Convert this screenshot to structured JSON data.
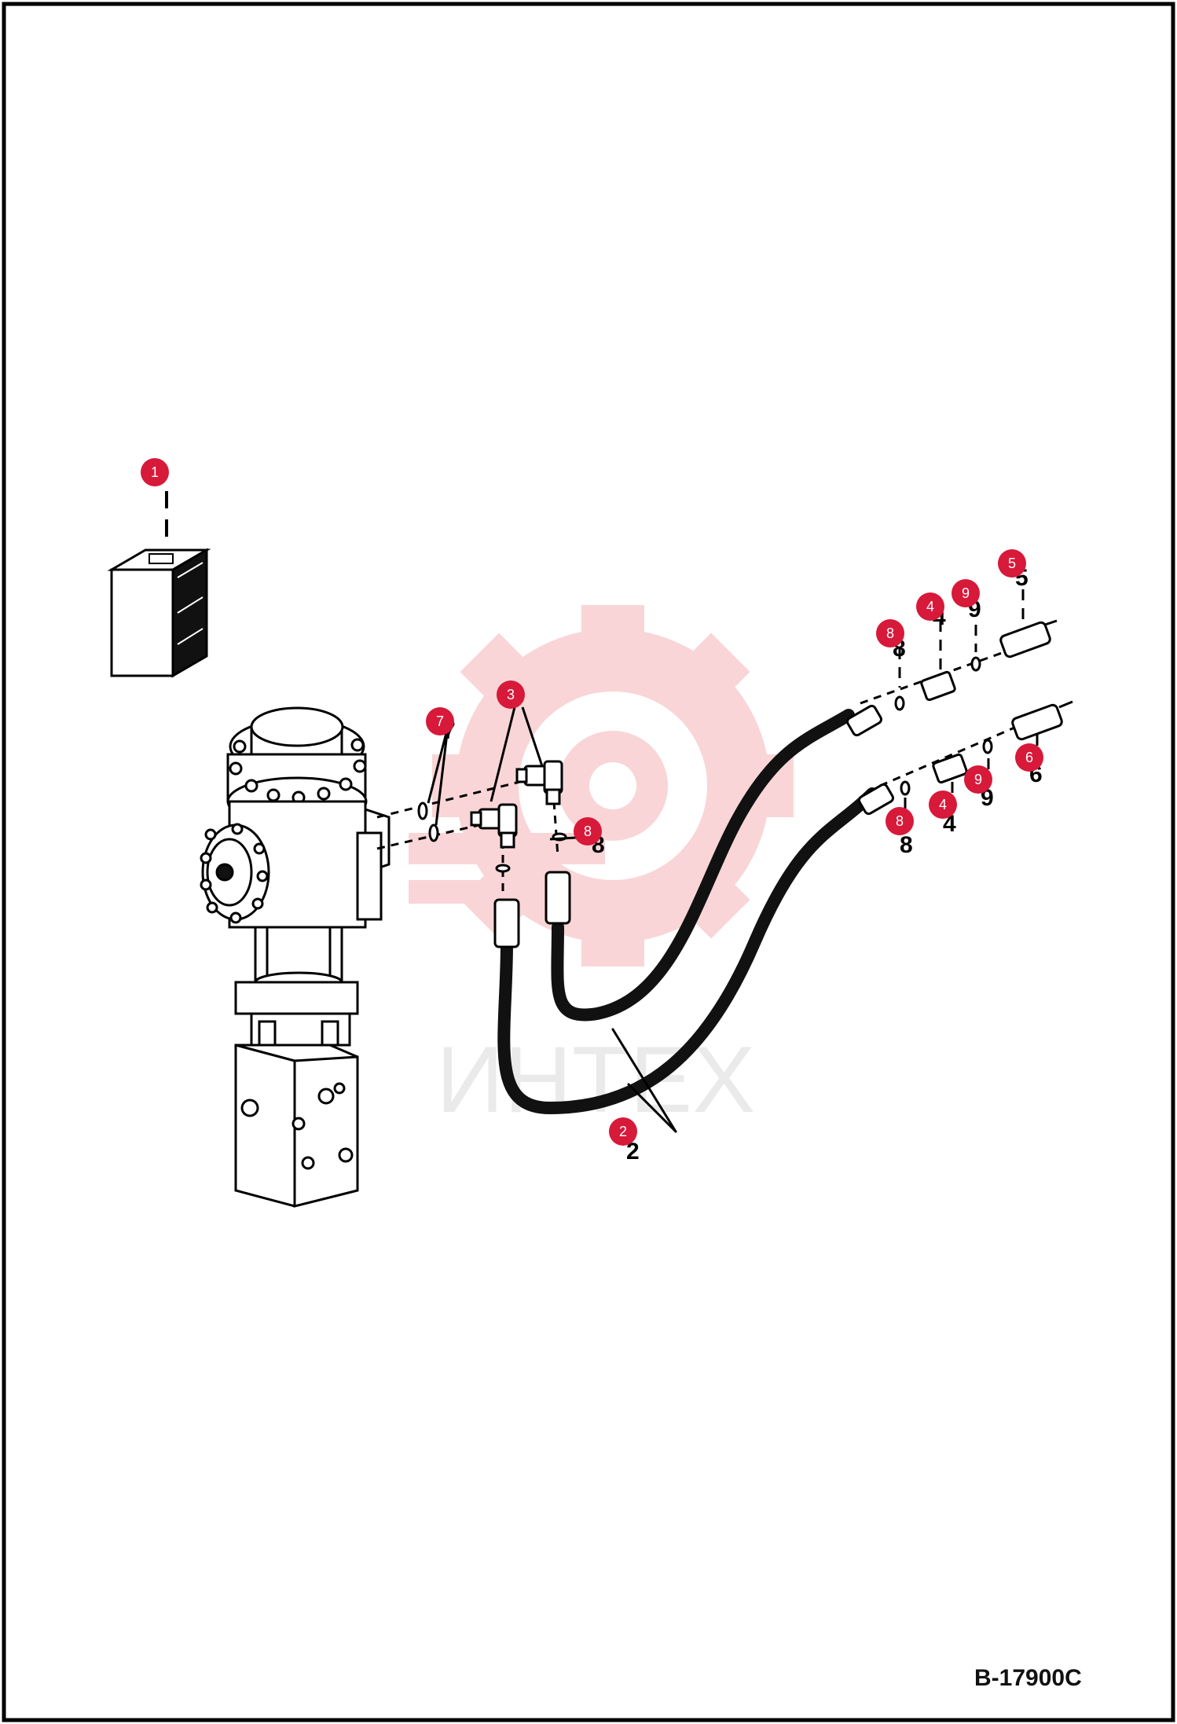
{
  "drawing_number": "B-17900C",
  "watermark": {
    "text": "ИНТЕХ",
    "logo_icon": "gear-logo-icon",
    "color": "#f5b3b8"
  },
  "colors": {
    "callout": "#d7193a",
    "line": "#000000",
    "hose": "#111111"
  },
  "callouts": [
    {
      "id": "callout-1",
      "label": "1"
    },
    {
      "id": "callout-2",
      "label": "2"
    },
    {
      "id": "callout-3",
      "label": "3"
    },
    {
      "id": "callout-4a",
      "label": "4"
    },
    {
      "id": "callout-4b",
      "label": "4"
    },
    {
      "id": "callout-5",
      "label": "5"
    },
    {
      "id": "callout-6",
      "label": "6"
    },
    {
      "id": "callout-7",
      "label": "7"
    },
    {
      "id": "callout-8a",
      "label": "8"
    },
    {
      "id": "callout-8b",
      "label": "8"
    },
    {
      "id": "callout-8c",
      "label": "8"
    },
    {
      "id": "callout-9a",
      "label": "9"
    },
    {
      "id": "callout-9b",
      "label": "9"
    }
  ],
  "ref_numbers": [
    "2",
    "3",
    "4",
    "4",
    "5",
    "6",
    "7",
    "8",
    "8",
    "8",
    "9",
    "9"
  ]
}
